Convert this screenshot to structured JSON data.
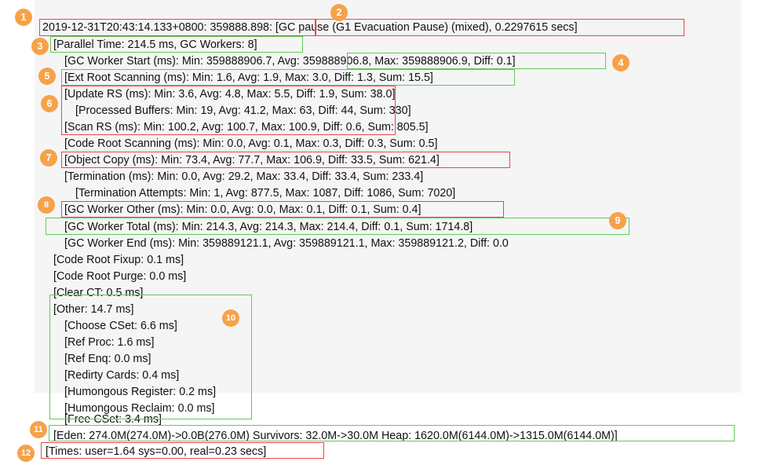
{
  "log_lines": [
    "2019-12-31T20:43:14.133+0800: 359888.898: [GC pause (G1 Evacuation Pause) (mixed), 0.2297615 secs]",
    "[Parallel Time: 214.5 ms, GC Workers: 8]",
    "[GC Worker Start (ms): Min: 359888906.7, Avg: 359888906.8, Max: 359888906.9, Diff: 0.1]",
    "[Ext Root Scanning (ms): Min: 1.6, Avg: 1.9, Max: 3.0, Diff: 1.3, Sum: 15.5]",
    "[Update RS (ms): Min: 3.6, Avg: 4.8, Max: 5.5, Diff: 1.9, Sum: 38.0]",
    "[Processed Buffers: Min: 19, Avg: 41.2, Max: 63, Diff: 44, Sum: 330]",
    "[Scan RS (ms): Min: 100.2, Avg: 100.7, Max: 100.9, Diff: 0.6, Sum: 805.5]",
    "[Code Root Scanning (ms): Min: 0.0, Avg: 0.1, Max: 0.3, Diff: 0.3, Sum: 0.5]",
    "[Object Copy (ms): Min: 73.4, Avg: 77.7, Max: 106.9, Diff: 33.5, Sum: 621.4]",
    "[Termination (ms): Min: 0.0, Avg: 29.2, Max: 33.4, Diff: 33.4, Sum: 233.4]",
    "[Termination Attempts: Min: 1, Avg: 877.5, Max: 1087, Diff: 1086, Sum: 7020]",
    "[GC Worker Other (ms): Min: 0.0, Avg: 0.0, Max: 0.1, Diff: 0.1, Sum: 0.4]",
    "[GC Worker Total (ms): Min: 214.3, Avg: 214.3, Max: 214.4, Diff: 0.1, Sum: 1714.8]",
    "[GC Worker End (ms): Min: 359889121.1, Avg: 359889121.1, Max: 359889121.2, Diff: 0.0",
    "[Code Root Fixup: 0.1 ms]",
    "[Code Root Purge: 0.0 ms]",
    "[Clear CT: 0.5 ms]",
    "[Other: 14.7 ms]",
    "[Choose CSet: 6.6 ms]",
    "[Ref Proc: 1.6 ms]",
    "[Ref Enq: 0.0 ms]",
    "[Redirty Cards: 0.4 ms]",
    "[Humongous Register: 0.2 ms]",
    "[Humongous Reclaim: 0.0 ms]",
    "[Free CSet: 3.4 ms]",
    "[Eden: 274.0M(274.0M)->0.0B(276.0M) Survivors: 32.0M->30.0M Heap: 1620.0M(6144.0M)->1315.0M(6144.0M)]",
    "[Times: user=1.64 sys=0.00, real=0.23 secs]"
  ],
  "badges": [
    "1",
    "2",
    "3",
    "4",
    "5",
    "6",
    "7",
    "8",
    "9",
    "10",
    "11",
    "12"
  ],
  "colors": {
    "highlight_red": "#e8474c",
    "highlight_green": "#61c95a",
    "badge_orange": "#f6a248",
    "panel_background": "#f5f5f5"
  }
}
